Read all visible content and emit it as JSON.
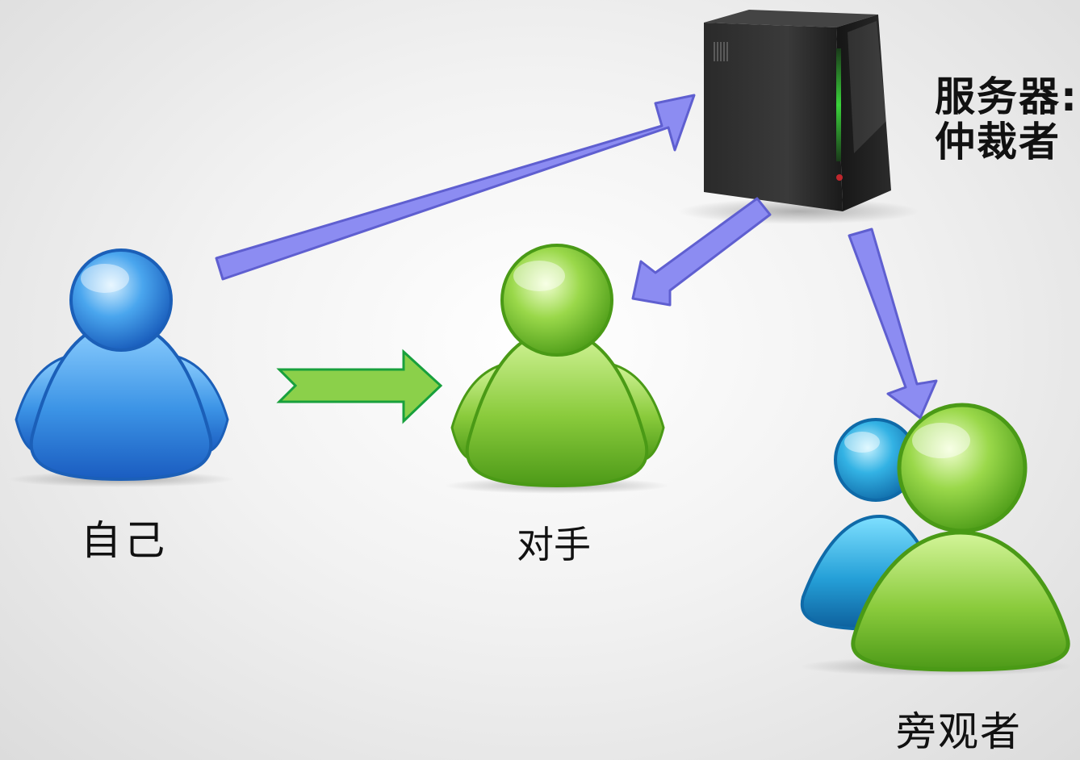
{
  "nodes": {
    "self": {
      "label": "自己",
      "color": "#3a8fe0",
      "icon": "user-icon"
    },
    "opponent": {
      "label": "对手",
      "color": "#7cc63a",
      "icon": "user-icon"
    },
    "spectators": {
      "label": "旁观者",
      "colors": [
        "#2aa6d8",
        "#86cd3c"
      ],
      "icon": "user-group-icon"
    },
    "server": {
      "line1": "服务器:",
      "line2": "仲裁者",
      "icon": "server-icon"
    }
  },
  "edges": [
    {
      "from": "self",
      "to": "server",
      "color": "#8c8cf2"
    },
    {
      "from": "server",
      "to": "opponent",
      "color": "#8c8cf2"
    },
    {
      "from": "server",
      "to": "spectators",
      "color": "#8c8cf2"
    },
    {
      "from": "self",
      "to": "opponent",
      "color": "#8bd04a"
    }
  ]
}
